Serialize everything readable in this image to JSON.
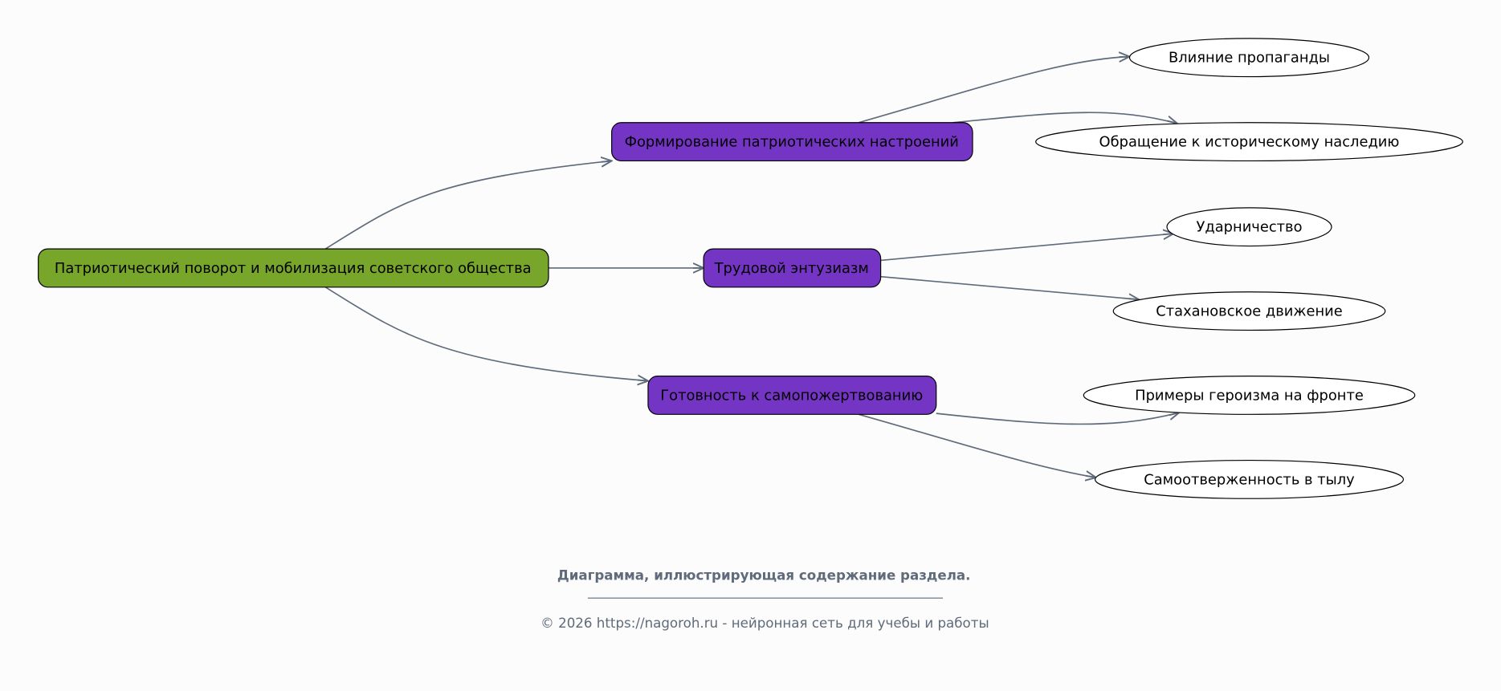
{
  "diagram": {
    "root": "Патриотический поворот и мобилизация советского общества",
    "branches": [
      {
        "label": "Формирование патриотических настроений",
        "children": [
          "Влияние пропаганды",
          "Обращение к историческому наследию"
        ]
      },
      {
        "label": "Трудовой энтузиазм",
        "children": [
          "Ударничество",
          "Стахановское движение"
        ]
      },
      {
        "label": "Готовность к самопожертвованию",
        "children": [
          "Примеры героизма на фронте",
          "Самоотверженность в тылу"
        ]
      }
    ]
  },
  "footer": {
    "caption": "Диаграмма, иллюстрирующая содержание раздела.",
    "copyright": "© 2026 https://nagoroh.ru - нейронная сеть для учебы и работы"
  },
  "colors": {
    "root": "#77a62b",
    "branch": "#7535c4",
    "edge": "#5f6b7a"
  }
}
